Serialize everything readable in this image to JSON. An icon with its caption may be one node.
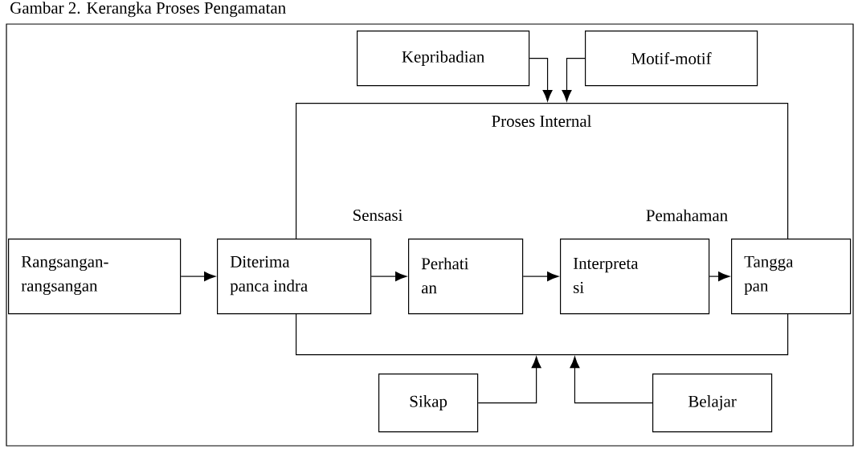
{
  "diagram": {
    "title": "Gambar 2. Kerangka Proses Pengamatan",
    "nodes": [
      {
        "text": [
          "Kepribadian"
        ]
      },
      {
        "text": [
          "Motif-motif"
        ]
      },
      {
        "text": [
          "Proses Internal"
        ]
      },
      {
        "text": [
          "Rangsangan- rangsangan"
        ]
      },
      {
        "text": [
          "Diterima panca indra"
        ]
      },
      {
        "text": [
          "Perhati an"
        ],
        "in": 2
      },
      {
        "text": [
          "Interpreta si"
        ],
        "in": 2
      },
      {
        "text": [
          "Tangga pan"
        ]
      },
      {
        "text": [
          "Sikap"
        ]
      },
      {
        "text": [
          "Belajar"
        ]
      }
    ],
    "edges": [
      {
        "from": 0,
        "to": 2,
        "arrow": "to"
      },
      {
        "from": 1,
        "to": 2,
        "arrow": "to"
      },
      {
        "from": 3,
        "to": 4,
        "arrow": "to"
      },
      {
        "from": 4,
        "to": 5,
        "arrow": "to"
      },
      {
        "from": 5,
        "to": 6,
        "arrow": "to"
      },
      {
        "from": 6,
        "to": 7,
        "arrow": "to"
      },
      {
        "from": 8,
        "to": 2,
        "arrow": "to"
      },
      {
        "from": 9,
        "to": 2,
        "arrow": "to"
      }
    ],
    "labels": [
      "Sensasi",
      "Pemahaman"
    ]
  }
}
